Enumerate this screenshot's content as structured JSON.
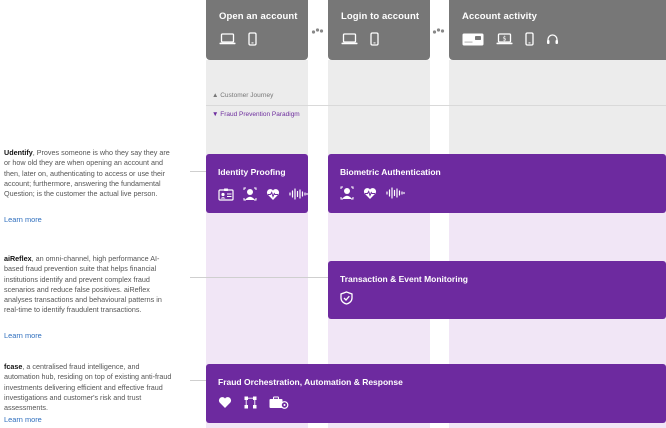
{
  "stages": [
    {
      "title": "Open an account",
      "icons": [
        "laptop-icon",
        "mobile-phone-icon"
      ]
    },
    {
      "title": "Login to account",
      "icons": [
        "laptop-icon",
        "mobile-phone-icon"
      ]
    },
    {
      "title": "Account activity",
      "icons": [
        "credit-card-icon",
        "laptop-dollar-icon",
        "mobile-phone-icon",
        "headset-icon"
      ]
    }
  ],
  "labels": {
    "customer_journey": "▲ Customer Journey",
    "fraud_paradigm": "▼ Fraud Prevention Paradigm"
  },
  "capabilities": {
    "identity_proofing": {
      "title": "Identity Proofing",
      "icons": [
        "id-card-icon",
        "face-scan-icon",
        "heart-pulse-icon",
        "voice-wave-icon"
      ]
    },
    "biometric_auth": {
      "title": "Biometric Authentication",
      "icons": [
        "face-scan-icon",
        "heart-pulse-icon",
        "voice-wave-icon"
      ]
    },
    "transaction_monitoring": {
      "title": "Transaction & Event Monitoring",
      "icons": [
        "shield-check-icon"
      ]
    },
    "fraud_orchestration": {
      "title": "Fraud Orchestration, Automation & Response",
      "icons": [
        "heart-icon",
        "workflow-nodes-icon",
        "toolbox-gear-icon"
      ]
    }
  },
  "products": [
    {
      "name": "Udentify",
      "text": ", Proves someone is who they say they are or how old they are when opening an account and then, later on, authenticating to access or use their account; furthermore, answering the fundamental Question; is the customer the actual live person.",
      "link": "Learn more"
    },
    {
      "name": "aiReflex",
      "text": ", an omni-channel, high performance AI-based fraud prevention suite that helps financial institutions identify and prevent complex fraud scenarios and reduce false positives. aiReflex analyses transactions and behavioural patterns in real-time to identify fraudulent transactions.",
      "link": "Learn more"
    },
    {
      "name": "fcase",
      "text": ", a centralised fraud intelligence, and automation hub, residing on top of existing anti-fraud investments delivering efficient and effective fraud investigations and customer's risk and trust assessments.",
      "link": "Learn more"
    }
  ],
  "colors": {
    "stage_grey": "#777777",
    "capability_purple": "#6d2a9f",
    "lane_lilac": "#f1e6f6",
    "link_blue": "#2f6fbe"
  }
}
